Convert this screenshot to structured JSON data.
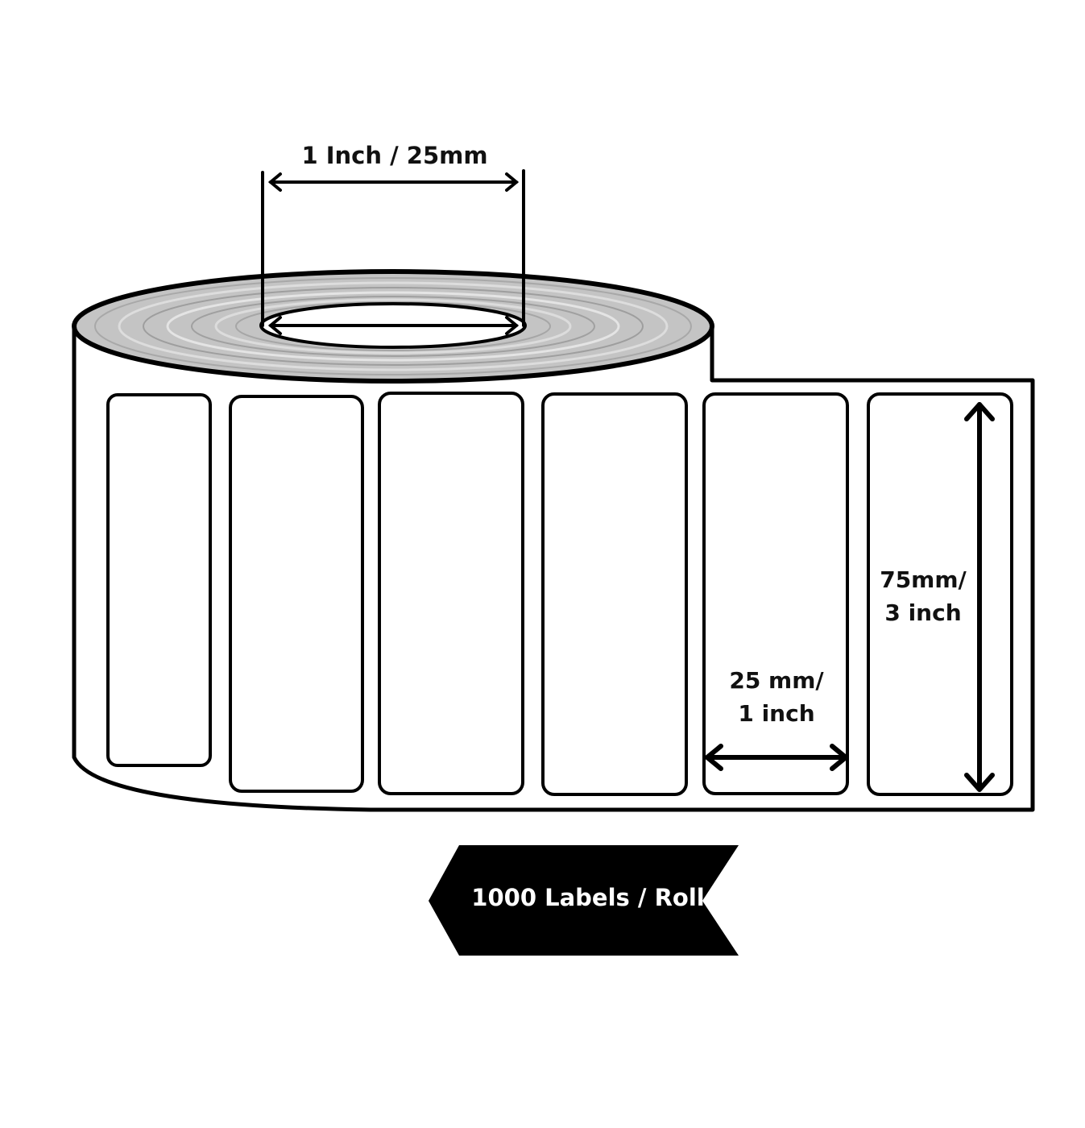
{
  "diagram": {
    "subject": "Label roll with dimensions",
    "core_dimension": {
      "label": "1 Inch / 25mm"
    },
    "label_height": {
      "line1": "75mm/",
      "line2": "3 inch"
    },
    "label_width": {
      "line1": "25 mm/",
      "line2": "1 inch"
    },
    "banner": {
      "text": "1000 Labels / Roll",
      "background": "#000000",
      "text_color": "#ffffff"
    },
    "labels_visible": 6,
    "colors": {
      "stroke": "#000000",
      "roll_shading": "#bdbdbd",
      "background": "#ffffff"
    }
  }
}
